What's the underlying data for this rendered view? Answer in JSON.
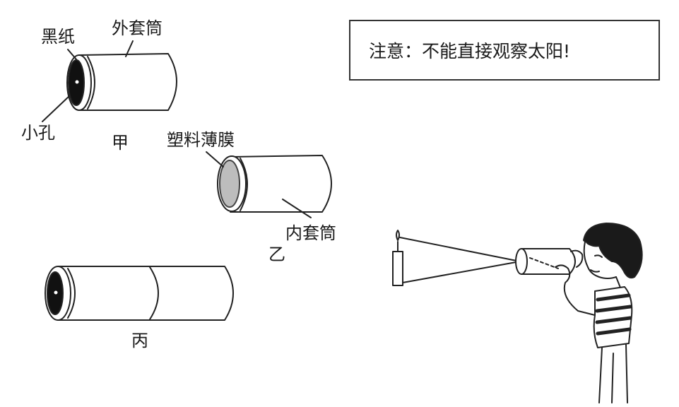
{
  "labels": {
    "black_paper": "黑纸",
    "outer_tube": "外套筒",
    "small_hole": "小孔",
    "fig_a": "甲",
    "plastic_film": "塑料薄膜",
    "inner_tube": "内套筒",
    "fig_b": "乙",
    "fig_c": "丙"
  },
  "notice": "注意：不能直接观察太阳!",
  "colors": {
    "stroke": "#222222",
    "paper": "#111111",
    "film": "#bdbdbd"
  }
}
